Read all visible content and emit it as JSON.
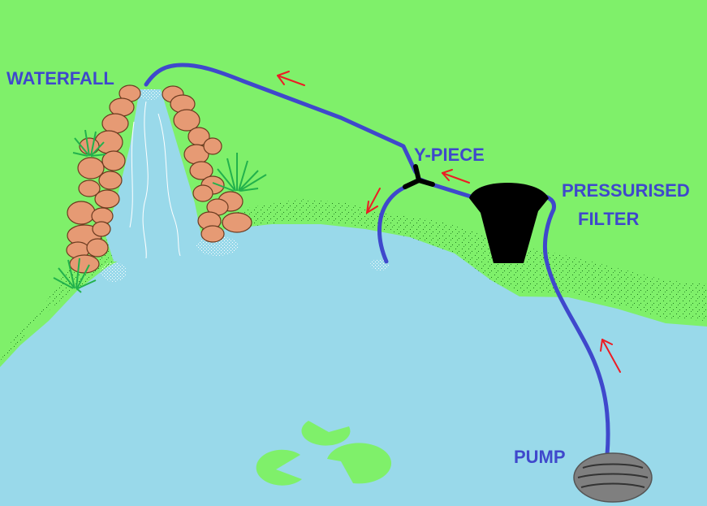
{
  "labels": {
    "waterfall": "WATERFALL",
    "y_piece": "Y-PIECE",
    "filter_line1": "PRESSURISED",
    "filter_line2": "FILTER",
    "pump": "PUMP"
  },
  "colors": {
    "grass": "#7ff06a",
    "pond": "#99d9ea",
    "hose": "#3f48cc",
    "label_text": "#3f48cc",
    "flow_arrow": "#ed1c24",
    "rock": "#e69a74",
    "rock_outline": "#6b3a1f",
    "filter": "#000000",
    "pump": "#7f7f7f",
    "lily_pad": "#7ff06a",
    "reed": "#22b14c"
  }
}
